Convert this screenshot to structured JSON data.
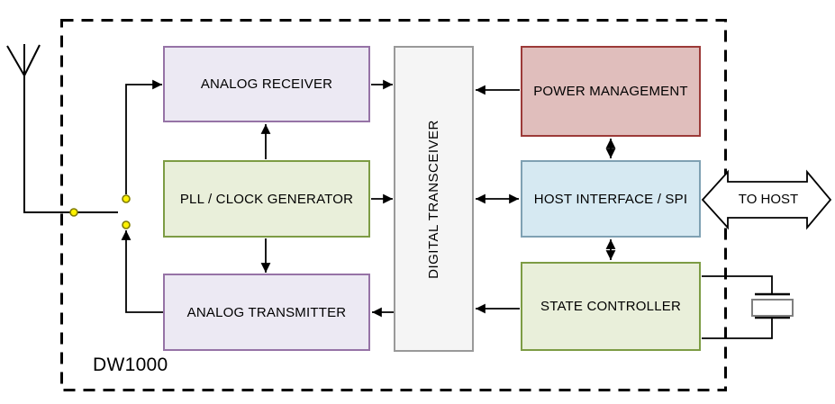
{
  "chip": {
    "label": "DW1000"
  },
  "blocks": {
    "analog_receiver": {
      "label": "ANALOG RECEIVER",
      "fill": "#ECE9F3",
      "border": "#9673A6"
    },
    "pll_clock_generator": {
      "label": "PLL / CLOCK GENERATOR",
      "fill": "#E9EFDA",
      "border": "#7D9C44"
    },
    "analog_transmitter": {
      "label": "ANALOG TRANSMITTER",
      "fill": "#ECE9F3",
      "border": "#9673A6"
    },
    "digital_transceiver": {
      "label": "DIGITAL TRANSCEIVER",
      "fill": "#F5F5F5",
      "border": "#999999"
    },
    "power_management": {
      "label": "POWER MANAGEMENT",
      "fill": "#E0BEBC",
      "border": "#9C3A38"
    },
    "host_interface_spi": {
      "label": "HOST INTERFACE / SPI",
      "fill": "#D6E9F2",
      "border": "#7FA1B3"
    },
    "state_controller": {
      "label": "STATE CONTROLLER",
      "fill": "#E9EFDA",
      "border": "#7D9C44"
    }
  },
  "host_arrow": {
    "label": "TO HOST",
    "style": "double-headed-block-arrow"
  },
  "icons": {
    "antenna": "antenna-icon",
    "rf_switch": "rf-switch-nodes",
    "crystal": "crystal-oscillator-icon"
  },
  "switch_node_color": "#FFF200",
  "line_color": "#000000",
  "connections": [
    {
      "from": "rf-switch",
      "to": "ANALOG RECEIVER",
      "arrows": "end"
    },
    {
      "from": "ANALOG RECEIVER",
      "to": "DIGITAL TRANSCEIVER",
      "arrows": "end"
    },
    {
      "from": "PLL / CLOCK GENERATOR",
      "to": "ANALOG RECEIVER",
      "arrows": "end"
    },
    {
      "from": "PLL / CLOCK GENERATOR",
      "to": "DIGITAL TRANSCEIVER",
      "arrows": "end"
    },
    {
      "from": "PLL / CLOCK GENERATOR",
      "to": "ANALOG TRANSMITTER",
      "arrows": "end"
    },
    {
      "from": "DIGITAL TRANSCEIVER",
      "to": "ANALOG TRANSMITTER",
      "arrows": "end"
    },
    {
      "from": "ANALOG TRANSMITTER",
      "to": "rf-switch",
      "arrows": "end"
    },
    {
      "from": "POWER MANAGEMENT",
      "to": "DIGITAL TRANSCEIVER",
      "arrows": "end"
    },
    {
      "from": "DIGITAL TRANSCEIVER",
      "to": "HOST INTERFACE / SPI",
      "arrows": "both"
    },
    {
      "from": "POWER MANAGEMENT",
      "to": "HOST INTERFACE / SPI",
      "arrows": "both"
    },
    {
      "from": "HOST INTERFACE / SPI",
      "to": "STATE CONTROLLER",
      "arrows": "both"
    },
    {
      "from": "STATE CONTROLLER",
      "to": "DIGITAL TRANSCEIVER",
      "arrows": "end"
    },
    {
      "from": "HOST INTERFACE / SPI",
      "to": "HOST",
      "arrows": "both"
    },
    {
      "from": "STATE CONTROLLER",
      "to": "crystal-oscillator",
      "arrows": "none"
    }
  ]
}
